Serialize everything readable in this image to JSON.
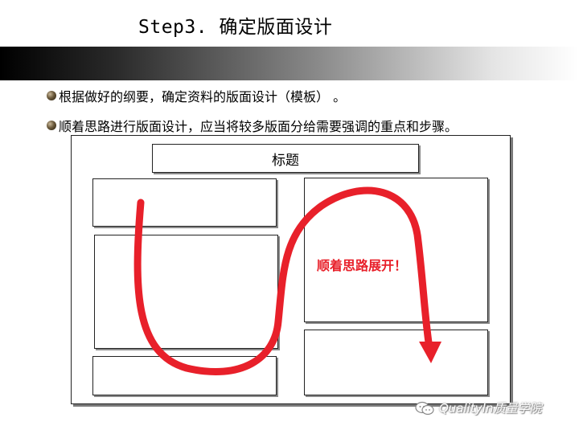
{
  "slide": {
    "title": "Step3. 确定版面设计",
    "bullets": [
      "根据做好的纲要，确定资料的版面设计（模板） 。",
      "顺着思路进行版面设计，应当将较多版面分给需要强调的重点和步骤。"
    ]
  },
  "layout_diagram": {
    "title_box_label": "标题",
    "arrow_label": "顺着思路展开！",
    "arrow_color": "#e8202a"
  },
  "watermark": {
    "text": "QualityIn质量学院",
    "icon": "wechat-icon"
  }
}
